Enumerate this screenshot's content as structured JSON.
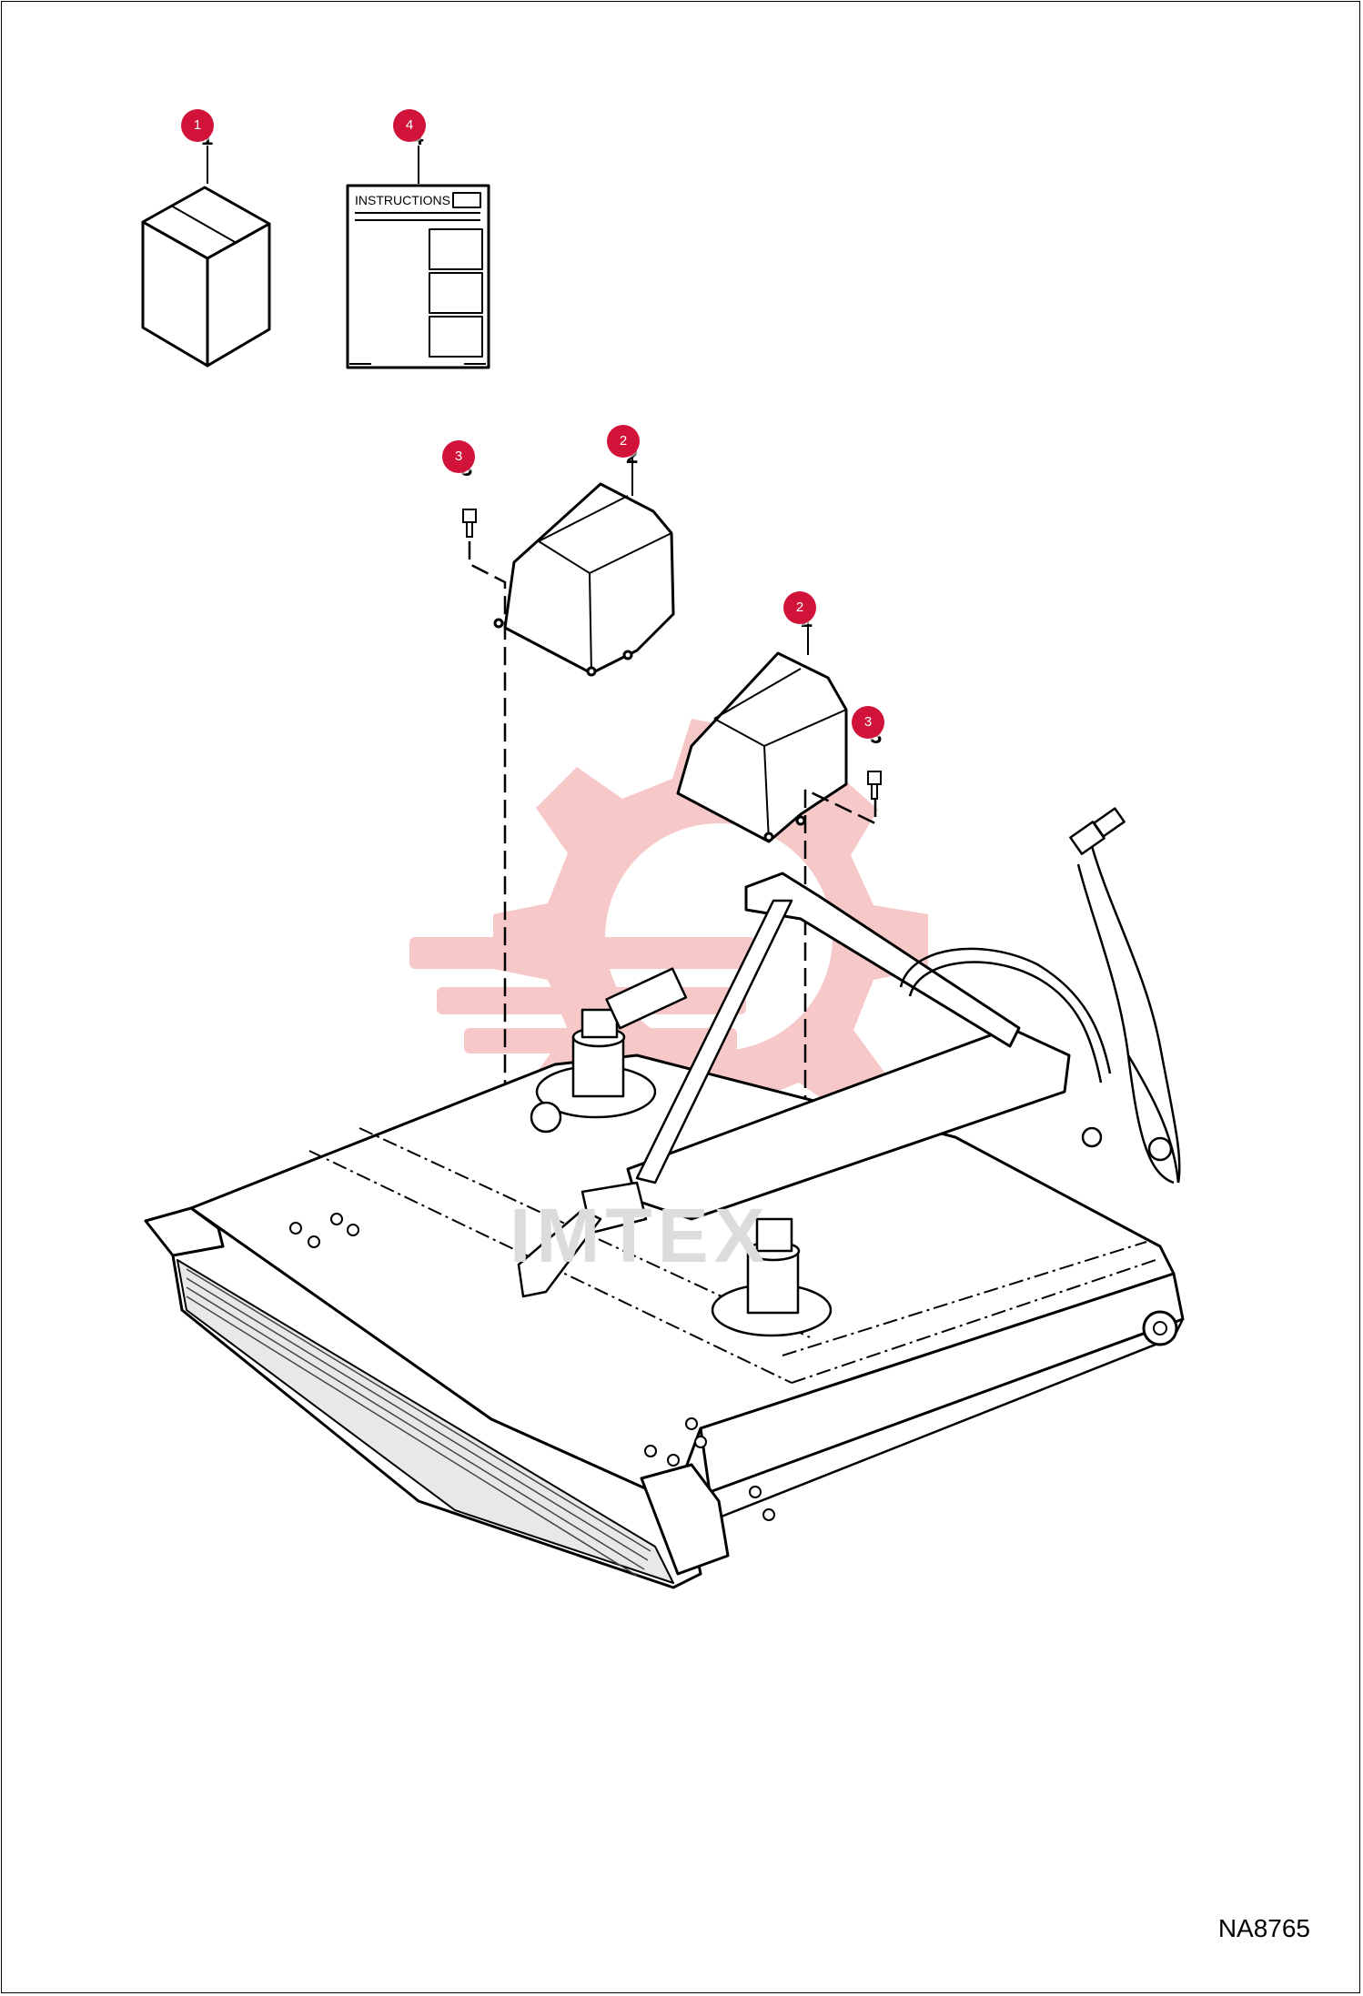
{
  "diagram": {
    "drawing_number": "NA8765",
    "instructions_label": "INSTRUCTIONS",
    "watermark": "IMTEX",
    "callouts": [
      {
        "id": "c1",
        "label": "1"
      },
      {
        "id": "c4",
        "label": "4"
      },
      {
        "id": "c3a",
        "label": "3"
      },
      {
        "id": "c2a",
        "label": "2"
      },
      {
        "id": "c2b",
        "label": "2"
      },
      {
        "id": "c3b",
        "label": "3"
      }
    ],
    "part_numbers": [
      "1",
      "4",
      "3",
      "2",
      "2",
      "3"
    ],
    "colors": {
      "callout": "#d1133a",
      "line": "#000000",
      "watermark": "#f4b6b6"
    }
  }
}
